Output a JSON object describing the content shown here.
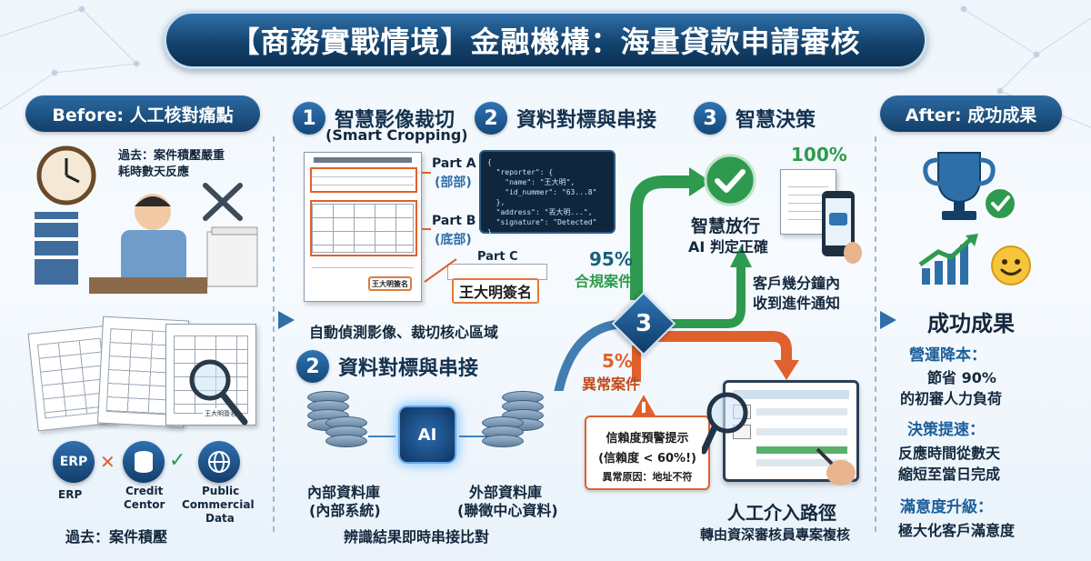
{
  "title": "【商務實戰情境】金融機構：海量貸款申請審核",
  "before": {
    "header": "Before: 人工核對痛點",
    "pain_line1": "過去：案件積壓嚴重",
    "pain_line2": "耗時數天反應",
    "doc_signature": "王大明簽名",
    "systems": [
      {
        "label": "ERP",
        "icon": "erp-logo-icon"
      },
      {
        "label": "Credit\nCentor",
        "icon": "database-icon"
      },
      {
        "label": "Public\nCommercial\nData",
        "icon": "globe-icon"
      }
    ],
    "erp_logo_text": "ERP",
    "credit_label_1": "Credit",
    "credit_label_2": "Centor",
    "public_label_1": "Public",
    "public_label_2": "Commercial",
    "public_label_3": "Data",
    "footer": "過去：案件積壓"
  },
  "step1": {
    "number": "1",
    "title": "智慧影像裁切",
    "subtitle": "(Smart Cropping)",
    "part_a": "Part A",
    "part_a_sub": "(部部)",
    "part_b": "Part B",
    "part_b_sub": "(底部)",
    "part_c": "Part C",
    "signature_small": "王大明簽名",
    "signature_large": "王大明簽名",
    "caption": "自動偵測影像、裁切核心區域"
  },
  "json_preview": "{\n  \"reporter\": {\n    \"name\": \"王大明\",\n    \"id_nummer\": \"63...8\"\n  },\n  \"address\": \"丟大明...\",\n  \"signature\": \"Detected\"\n}",
  "step2": {
    "number": "2",
    "title": "資料對標與串接",
    "internal_db": "內部資料庫",
    "internal_db_sub": "(內部系統)",
    "external_db": "外部資料庫",
    "external_db_sub": "(聯徵中心資料)",
    "ai_label": "AI",
    "caption": "辨識結果即時串接比對"
  },
  "step3": {
    "number": "3",
    "title": "智慧決策",
    "diamond": "3",
    "pass_pct": "95%",
    "pass_label": "合規案件",
    "approve_title": "智慧放行",
    "approve_sub": "AI 判定正確",
    "completion": "100%",
    "notify_line1": "客戶幾分鐘內",
    "notify_line2": "收到進件通知",
    "exception_pct": "5%",
    "exception_label": "異常案件",
    "warn_title": "信賴度預警提示",
    "warn_line2": "(信賴度 < 60%!)",
    "warn_line3": "異常原因：地址不符",
    "manual_title": "人工介入路徑",
    "manual_sub": "轉由資深審核員專案複核"
  },
  "after": {
    "header": "After: 成功成果",
    "title": "成功成果",
    "items": [
      {
        "head": "營運降本：",
        "line1": "節省 90%",
        "line2": "的初審人力負荷"
      },
      {
        "head": "決策提速：",
        "line1": "反應時間從數天",
        "line2": "縮短至當日完成"
      },
      {
        "head": "滿意度升級：",
        "line1": "極大化客戶滿意度",
        "line2": ""
      }
    ]
  },
  "colors": {
    "navy": "#14446f",
    "green": "#2e9a4f",
    "orange": "#e0612c",
    "accent_blue": "#2f74b5"
  }
}
